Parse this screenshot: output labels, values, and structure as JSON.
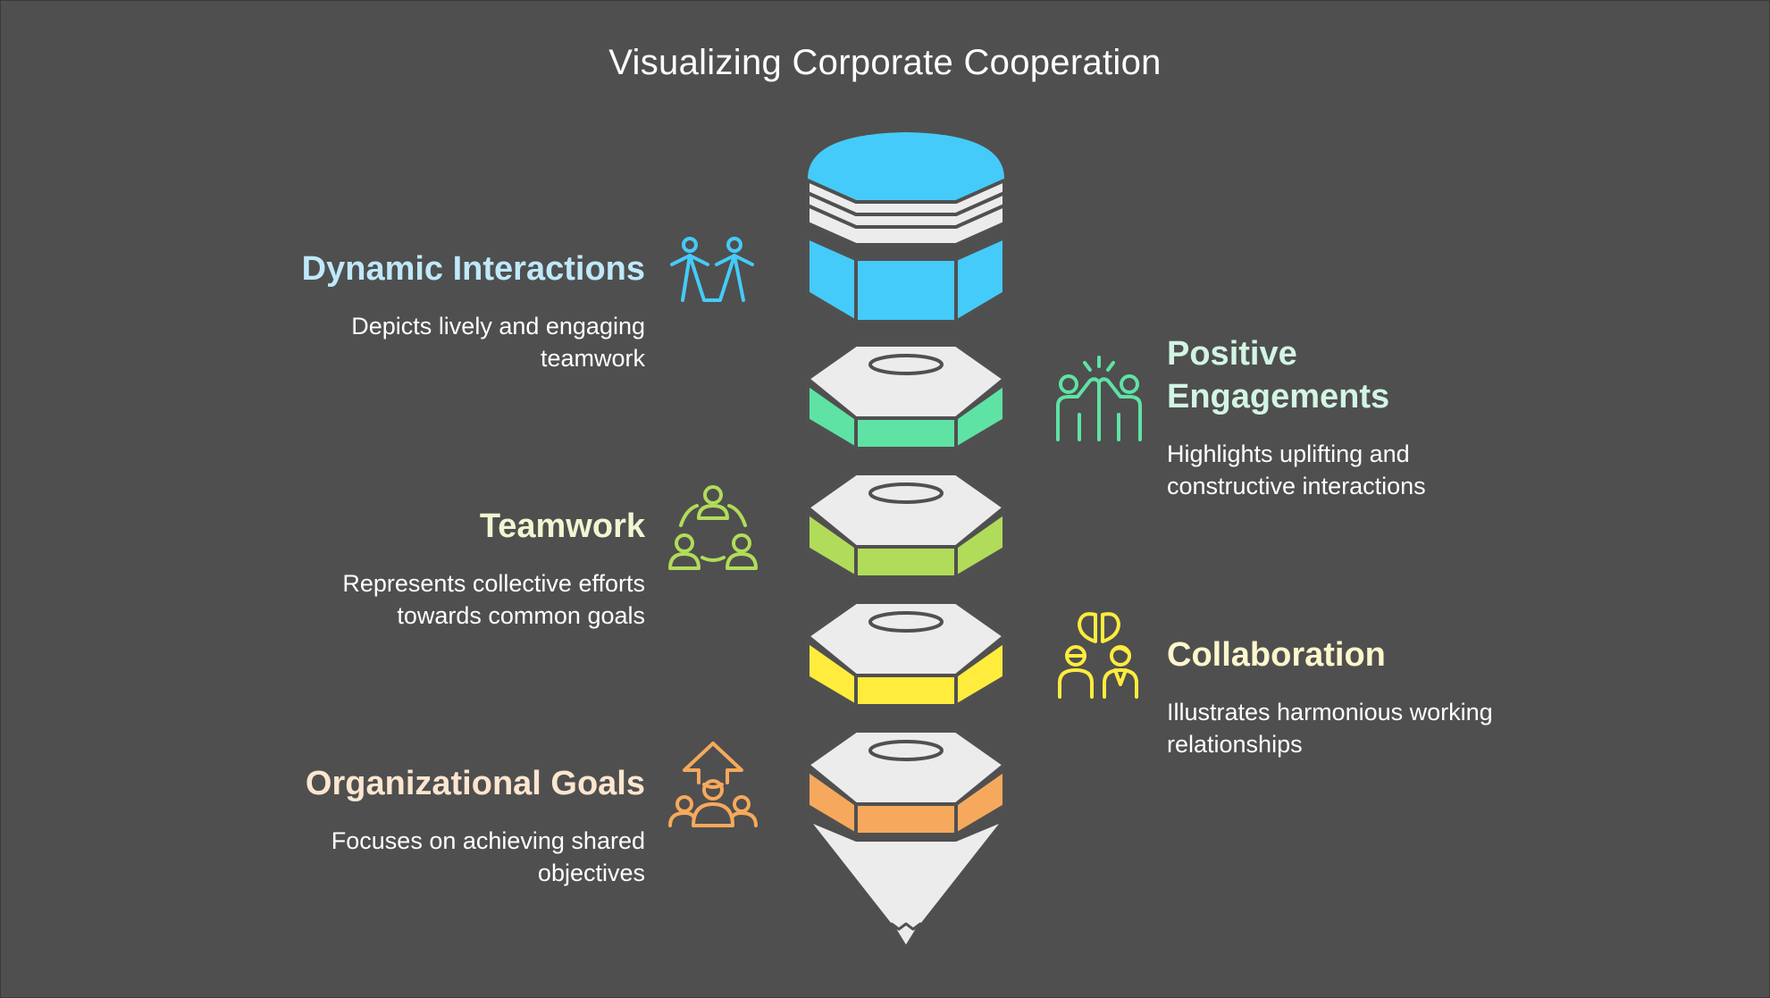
{
  "title": "Visualizing Corporate Cooperation",
  "colors": {
    "background": "#4f4f4f",
    "cap_top": "#45cbf9",
    "dynamic": "#45cbf9",
    "positive": "#5ee3a5",
    "teamwork": "#b1dc5a",
    "collaboration": "#ffec3d",
    "goals": "#f6a95c",
    "light_face": "#ececec",
    "outline": "#505050"
  },
  "items": [
    {
      "title": "Dynamic Interactions",
      "description": "Depicts lively and engaging teamwork",
      "side": "left",
      "icon": "dancing-people-icon",
      "color": "#bfe9fb"
    },
    {
      "title": "Positive Engagements",
      "description": "Highlights uplifting and constructive interactions",
      "side": "right",
      "icon": "high-five-icon",
      "color": "#d2f5e4"
    },
    {
      "title": "Teamwork",
      "description": "Represents collective efforts towards common goals",
      "side": "left",
      "icon": "team-circle-icon",
      "color": "#eef7d2"
    },
    {
      "title": "Collaboration",
      "description": "Illustrates harmonious working relationships",
      "side": "right",
      "icon": "handshake-people-icon",
      "color": "#fff7cc"
    },
    {
      "title": "Organizational Goals",
      "description": "Focuses on achieving shared objectives",
      "side": "left",
      "icon": "growth-team-icon",
      "color": "#fde6cf"
    }
  ]
}
